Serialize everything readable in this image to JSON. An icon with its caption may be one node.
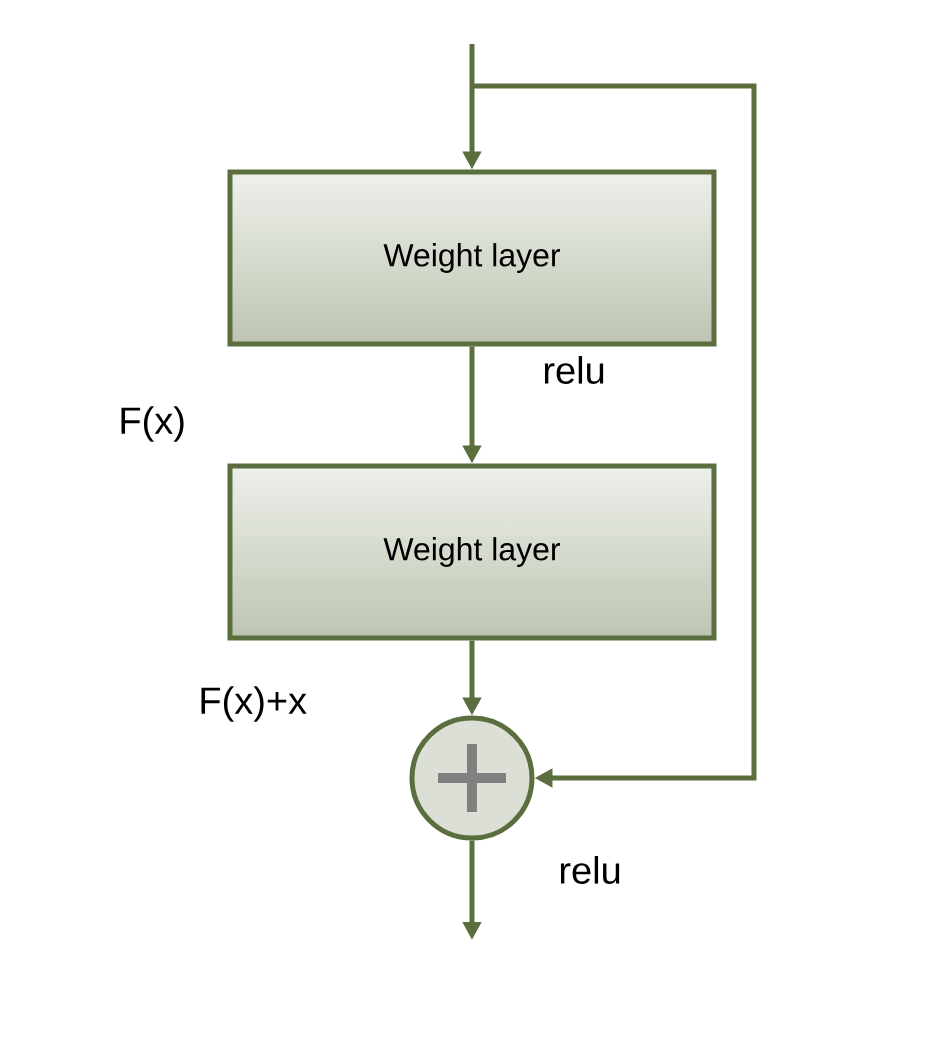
{
  "diagram": {
    "nodes": [
      {
        "text": [
          "Weight layer"
        ]
      },
      {
        "text": [
          "Weight layer"
        ]
      },
      {
        "text": [],
        "shape": "circle"
      }
    ],
    "edges": [
      {
        "from": null,
        "to": 0,
        "arrow": "to"
      },
      {
        "from": 0,
        "to": 1,
        "arrow": "to",
        "label": "relu"
      },
      {
        "from": 1,
        "to": 2,
        "arrow": "to"
      },
      {
        "from": null,
        "to": 2,
        "arrow": "to"
      },
      {
        "from": 2,
        "to": null,
        "arrow": "to",
        "label": "relu"
      }
    ],
    "labels": [
      "F(x)",
      "F(x)+x"
    ]
  }
}
